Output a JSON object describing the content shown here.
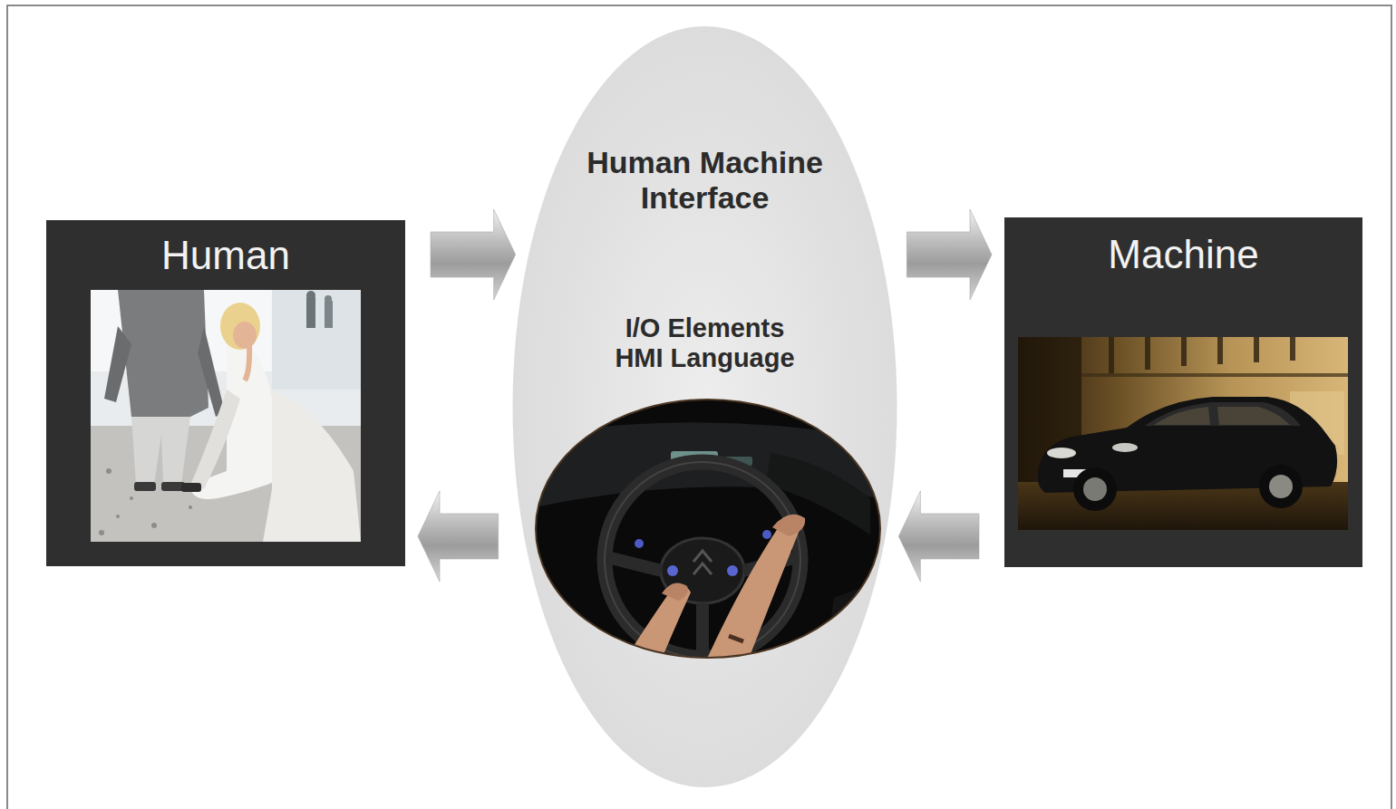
{
  "diagram": {
    "nodes": [
      {
        "text": [
          "Human"
        ]
      },
      {
        "text": [
          "Human Machine Interface",
          "I/O Elements HMI Language"
        ]
      },
      {
        "text": [
          "Machine"
        ]
      }
    ],
    "edges": [
      {
        "from": 0,
        "to": 1,
        "arrow": "to"
      },
      {
        "from": 1,
        "to": 2,
        "arrow": "to"
      },
      {
        "from": 2,
        "to": 1,
        "arrow": "to"
      },
      {
        "from": 1,
        "to": 0,
        "arrow": "to"
      }
    ]
  }
}
